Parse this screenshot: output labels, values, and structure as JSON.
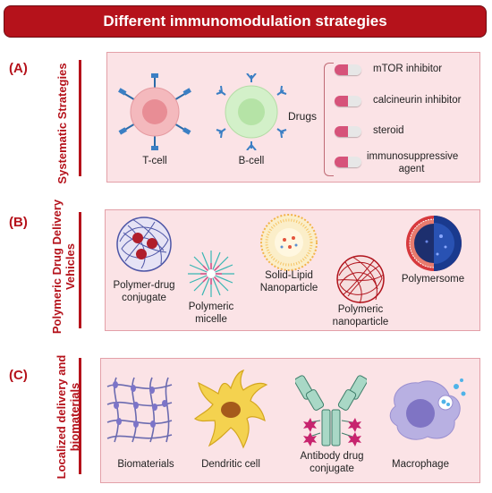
{
  "title": "Different immunomodulation strategies",
  "sections": [
    {
      "letter": "(A)",
      "title": "Systematic Strategies"
    },
    {
      "letter": "(B)",
      "title": "Polymeric Drug Delivery Vehicles"
    },
    {
      "letter": "(C)",
      "title": "Localized delivery and biomaterials"
    }
  ],
  "a": {
    "tcell": "T-cell",
    "bcell": "B-cell",
    "drugs_label": "Drugs",
    "drugs": [
      "mTOR inhibitor",
      "calcineurin inhibitor",
      "steroid",
      "immunosuppressive agent"
    ]
  },
  "b": {
    "conjugate": "Polymer-drug conjugate",
    "micelle": "Polymeric micelle",
    "sln": "Solid-Lipid Nanoparticle",
    "nanoparticle": "Polymeric nanoparticle",
    "polymersome": "Polymersome"
  },
  "c": {
    "biomaterials": "Biomaterials",
    "dendritic": "Dendritic cell",
    "adc": "Antibody drug conjugate",
    "macrophage": "Macrophage"
  },
  "colors": {
    "accent": "#b5121b",
    "panel": "#fbe3e6",
    "pill": "#d6537a"
  }
}
